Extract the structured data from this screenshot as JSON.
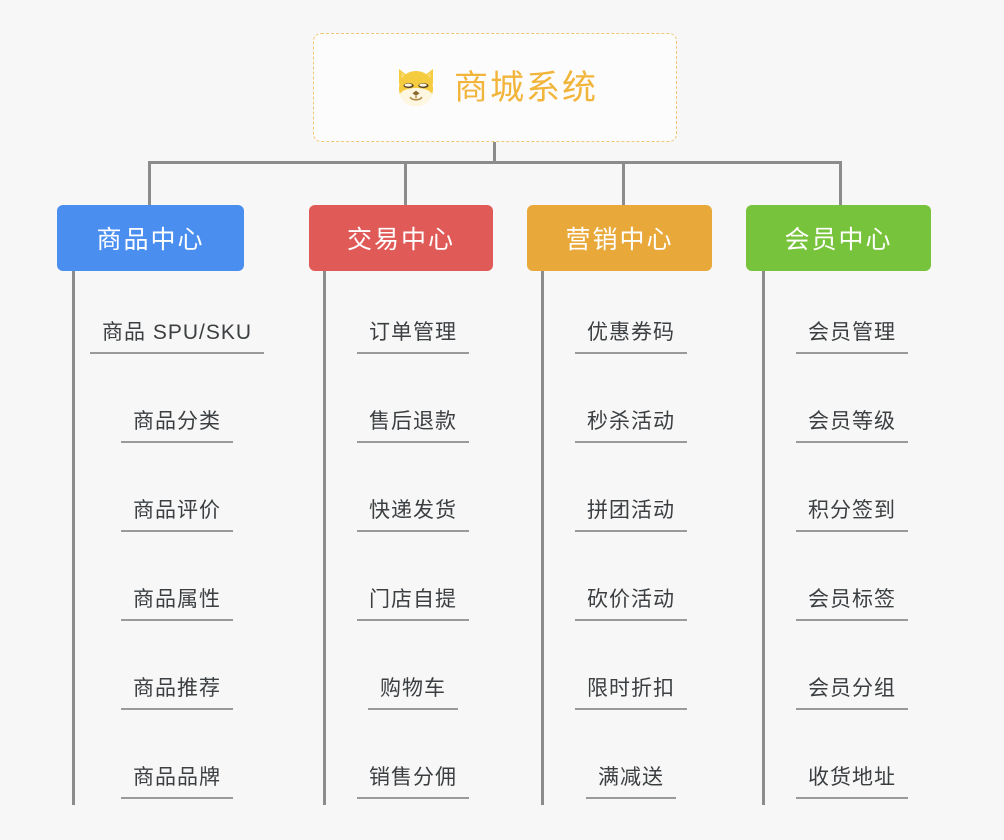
{
  "root": {
    "title": "商城系统",
    "icon": "shiba-dog-icon",
    "border_color": "#f0c674",
    "title_color": "#f2b53c"
  },
  "connector_color": "#8c8c8c",
  "columns": [
    {
      "label": "商品中心",
      "color": "#4a8ef0",
      "items": [
        "商品 SPU/SKU",
        "商品分类",
        "商品评价",
        "商品属性",
        "商品推荐",
        "商品品牌"
      ]
    },
    {
      "label": "交易中心",
      "color": "#e05a57",
      "items": [
        "订单管理",
        "售后退款",
        "快递发货",
        "门店自提",
        "购物车",
        "销售分佣"
      ]
    },
    {
      "label": "营销中心",
      "color": "#e8a93a",
      "items": [
        "优惠券码",
        "秒杀活动",
        "拼团活动",
        "砍价活动",
        "限时折扣",
        "满减送"
      ]
    },
    {
      "label": "会员中心",
      "color": "#77c33c",
      "items": [
        "会员管理",
        "会员等级",
        "积分签到",
        "会员标签",
        "会员分组",
        "收货地址"
      ]
    }
  ]
}
